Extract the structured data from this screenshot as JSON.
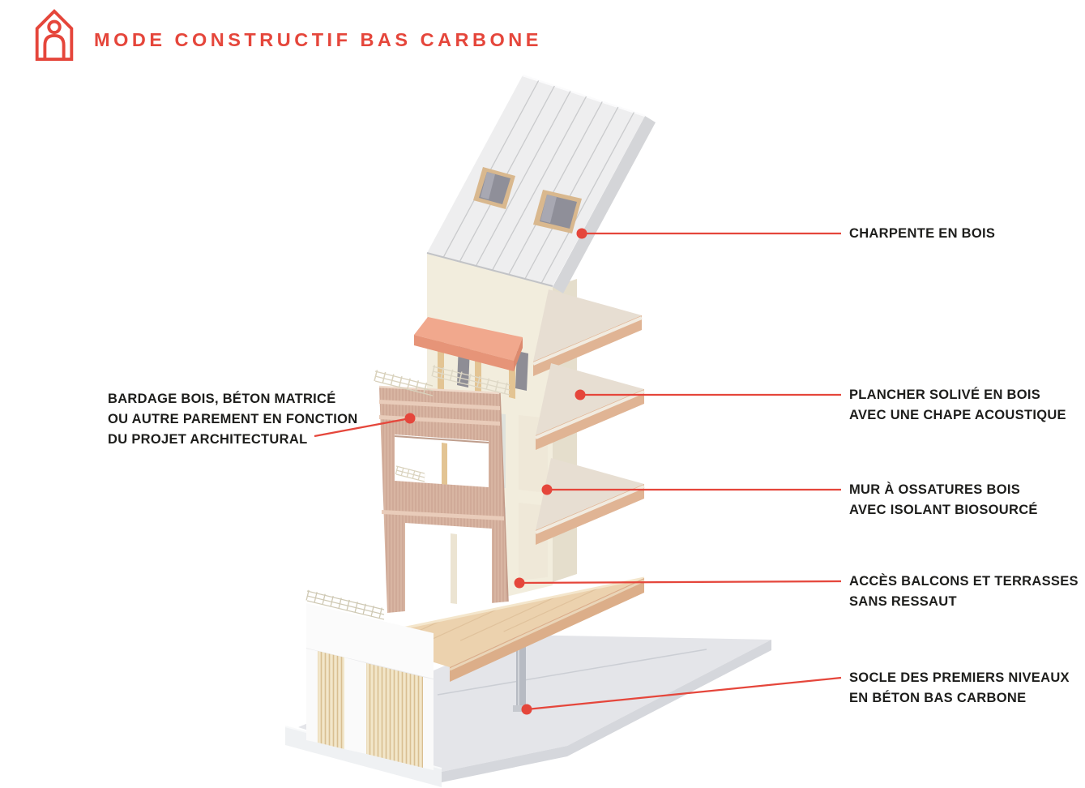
{
  "header": {
    "title": "MODE CONSTRUCTIF BAS CARBONE",
    "icon": "house-with-person-icon"
  },
  "annotations": [
    {
      "id": "charpente",
      "side": "right",
      "lines": [
        "CHARPENTE EN BOIS"
      ]
    },
    {
      "id": "plancher",
      "side": "right",
      "lines": [
        "PLANCHER SOLIVÉ EN BOIS",
        "AVEC UNE CHAPE ACOUSTIQUE"
      ]
    },
    {
      "id": "mur",
      "side": "right",
      "lines": [
        "MUR À OSSATURES BOIS",
        "AVEC ISOLANT BIOSOURCÉ"
      ]
    },
    {
      "id": "balcons",
      "side": "right",
      "lines": [
        "ACCÈS BALCONS ET TERRASSES",
        "SANS RESSAUT"
      ]
    },
    {
      "id": "socle",
      "side": "right",
      "lines": [
        "SOCLE DES PREMIERS NIVEAUX",
        "EN BÉTON BAS CARBONE"
      ]
    },
    {
      "id": "bardage",
      "side": "left",
      "lines": [
        "BARDAGE BOIS, BÉTON MATRICÉ",
        "OU AUTRE PAREMENT EN FONCTION",
        "DU PROJET ARCHITECTURAL"
      ]
    }
  ],
  "illustration": {
    "description": "Axonometric cutaway of a low-carbon timber building: white standing-seam sloped roof with two skylights, cream timber-frame wall, wooden floor slabs with acoustic screed, salmon canopy, pink wood-clad facade panel with balconies, wooden terrace deck, ground floor with timber slats on a low-carbon concrete base slab and steel post.",
    "parts": [
      "roof",
      "skylight",
      "central-wall",
      "floor-slab",
      "awning",
      "facade-panel",
      "balcony-railing",
      "terrace-deck",
      "ground-floor-slats",
      "concrete-base-slab",
      "steel-column"
    ]
  },
  "colors": {
    "accent_red": "#E5463B",
    "text": "#1D1D1B",
    "background": "#FFFFFF",
    "roof_white": "#EEEEEF",
    "wall_cream": "#F2EDDD",
    "slab_wood_edge": "#E0B494",
    "awning_salmon": "#F1A88D",
    "facade_pink": "#D8B5A2",
    "deck_wood": "#ECD2AE",
    "slat_wood": "#F3E8CD",
    "concrete_gray": "#E4E5E9",
    "column_gray": "#B7BBC3"
  }
}
